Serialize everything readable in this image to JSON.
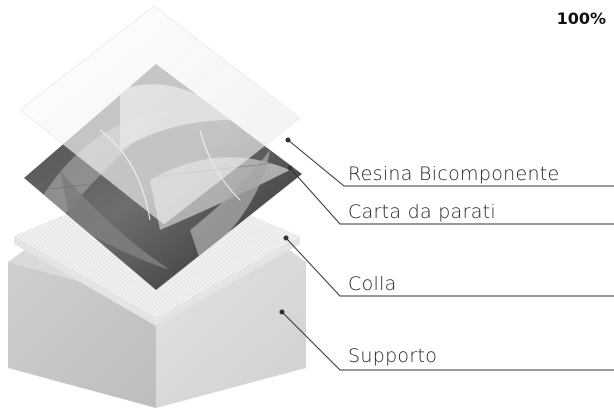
{
  "zoom_label": "100%",
  "layers": [
    {
      "id": "resina",
      "label": "Resina Bicomponente"
    },
    {
      "id": "carta",
      "label": "Carta da parati"
    },
    {
      "id": "colla",
      "label": "Colla"
    },
    {
      "id": "supporto",
      "label": "Supporto"
    }
  ],
  "colors": {
    "support": "#d6d6d6",
    "glue": "#f1f1f1",
    "resin": "#f4f4f4",
    "wallpaper_dark": "#2f2f2f",
    "leader": "#333333"
  },
  "icons": [
    "leaf-pattern"
  ]
}
